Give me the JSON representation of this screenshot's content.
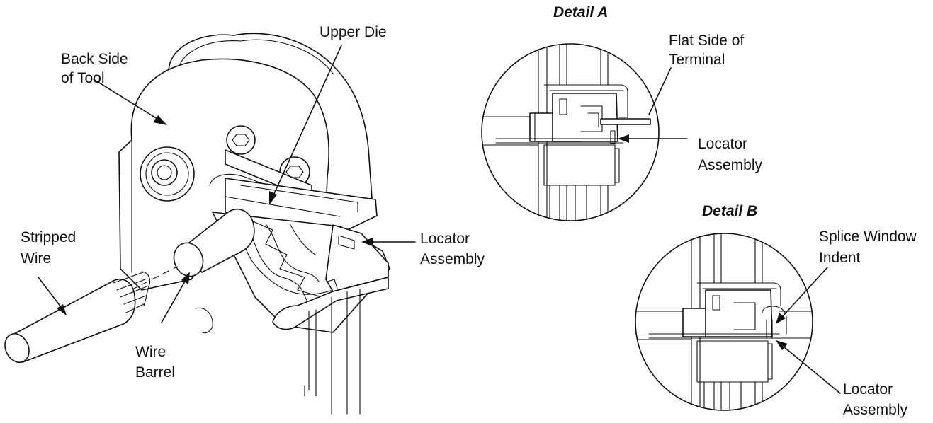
{
  "main_view": {
    "back_side": [
      "Back Side",
      "of Tool"
    ],
    "upper_die": "Upper Die",
    "locator": [
      "Locator",
      "Assembly"
    ],
    "stripped_wire": [
      "Stripped",
      "Wire"
    ],
    "wire_barrel": [
      "Wire",
      "Barrel"
    ]
  },
  "detail_a": {
    "title": "Detail A",
    "flat_side": [
      "Flat Side of",
      "Terminal"
    ],
    "locator": [
      "Locator",
      "Assembly"
    ]
  },
  "detail_b": {
    "title": "Detail B",
    "splice_window": [
      "Splice Window",
      "Indent"
    ],
    "locator": [
      "Locator",
      "Assembly"
    ]
  }
}
